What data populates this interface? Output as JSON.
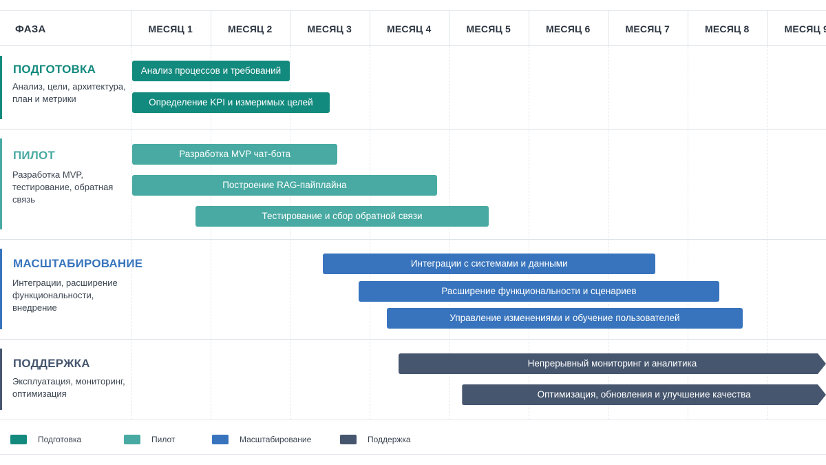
{
  "header": {
    "phase_label": "ФАЗА",
    "months": [
      "МЕСЯЦ 1",
      "МЕСЯЦ 2",
      "МЕСЯЦ 3",
      "МЕСЯЦ 4",
      "МЕСЯЦ 5",
      "МЕСЯЦ 6",
      "МЕСЯЦ 7",
      "МЕСЯЦ 8",
      "МЕСЯЦ 9"
    ]
  },
  "colors": {
    "preparation": "#138a7e",
    "pilot": "#48aaa2",
    "scaling": "#3874bd",
    "support": "#46566e"
  },
  "phases": [
    {
      "key": "preparation",
      "title": "ПОДГОТОВКА",
      "description": "Анализ, цели, архитектура, план и метрики",
      "tasks": [
        {
          "label": "Анализ процессов и требований",
          "start_month": 1.0,
          "end_month": 3.0
        },
        {
          "label": "Определение KPI и измеримых целей",
          "start_month": 1.0,
          "end_month": 3.5
        }
      ]
    },
    {
      "key": "pilot",
      "title": "ПИЛОТ",
      "description": "Разработка MVP, тестирование, обратная связь",
      "tasks": [
        {
          "label": "Разработка MVP чат-бота",
          "start_month": 1.0,
          "end_month": 3.6
        },
        {
          "label": "Построение RAG-пайплайна",
          "start_month": 1.0,
          "end_month": 4.85
        },
        {
          "label": "Тестирование и сбор обратной связи",
          "start_month": 1.8,
          "end_month": 5.5
        }
      ]
    },
    {
      "key": "scaling",
      "title": "МАСШТАБИРОВАНИЕ",
      "description": "Интеграции, расширение функциональности, внедрение",
      "tasks": [
        {
          "label": "Интеграции с системами и данными",
          "start_month": 3.4,
          "end_month": 7.6
        },
        {
          "label": "Расширение функциональности и сценариев",
          "start_month": 3.85,
          "end_month": 8.4
        },
        {
          "label": "Управление изменениями и обучение пользователей",
          "start_month": 4.2,
          "end_month": 8.7
        }
      ]
    },
    {
      "key": "support",
      "title": "ПОДДЕРЖКА",
      "description": "Эксплуатация, мониторинг, оптимизация",
      "tasks": [
        {
          "label": "Непрерывный мониторинг и аналитика",
          "start_month": 4.35,
          "end_month": 9.0,
          "ongoing": true
        },
        {
          "label": "Оптимизация, обновления и улучшение качества",
          "start_month": 5.15,
          "end_month": 9.0,
          "ongoing": true
        }
      ]
    }
  ],
  "legend": [
    {
      "key": "preparation",
      "label": "Подготовка"
    },
    {
      "key": "pilot",
      "label": "Пилот"
    },
    {
      "key": "scaling",
      "label": "Масштабирование"
    },
    {
      "key": "support",
      "label": "Поддержка"
    }
  ]
}
